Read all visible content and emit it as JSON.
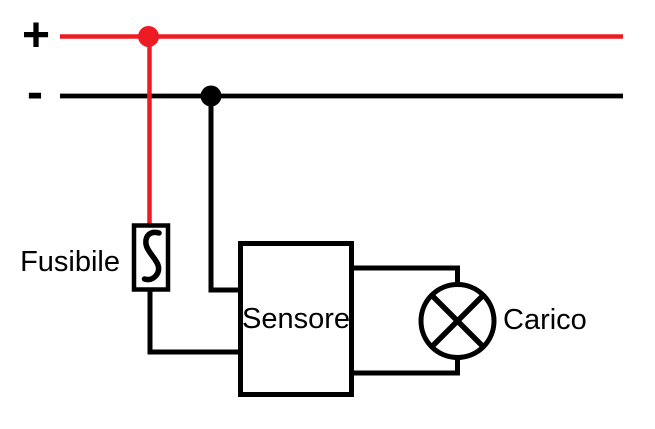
{
  "diagram": {
    "labels": {
      "positive_bus": "+",
      "negative_bus": "-",
      "fuse": "Fusibile",
      "sensor": "Sensore",
      "load": "Carico"
    },
    "colors": {
      "positive_wire": "#ed1c24",
      "negative_wire": "#000000"
    }
  }
}
